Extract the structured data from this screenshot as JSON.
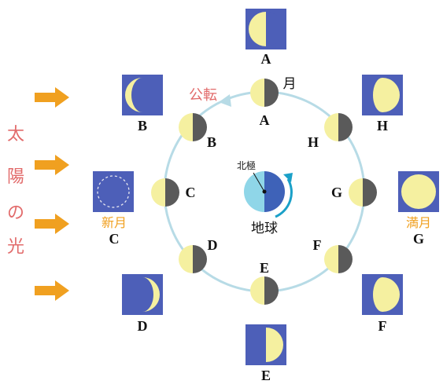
{
  "sun_label": [
    "太",
    "陽",
    "の",
    "光"
  ],
  "orbit_label": "公転",
  "moon_label": "月",
  "earth_label": "地球",
  "north_pole_label": "北極",
  "new_moon_label": "新月",
  "full_moon_label": "満月",
  "orbit_positions": {
    "A": "A",
    "B": "B",
    "C": "C",
    "D": "D",
    "E": "E",
    "F": "F",
    "G": "G",
    "H": "H"
  },
  "phase_boxes": {
    "A": "A",
    "B": "B",
    "C": "C",
    "D": "D",
    "E": "E",
    "F": "F",
    "G": "G",
    "H": "H"
  },
  "colors": {
    "sky": "#4d5fb8",
    "moon_lit": "#f5f0a0",
    "moon_dark": "#5a5a5a",
    "orbit": "#b7dbe6",
    "earth_lit": "#8fd6e8",
    "earth_dark": "#3e62b8",
    "arrow": "#f0a020",
    "sun_text": "#e26b6b",
    "orbit_text": "#e26b6b",
    "phase_text": "#f0a020",
    "rotation_arrow": "#1aa0c8"
  }
}
